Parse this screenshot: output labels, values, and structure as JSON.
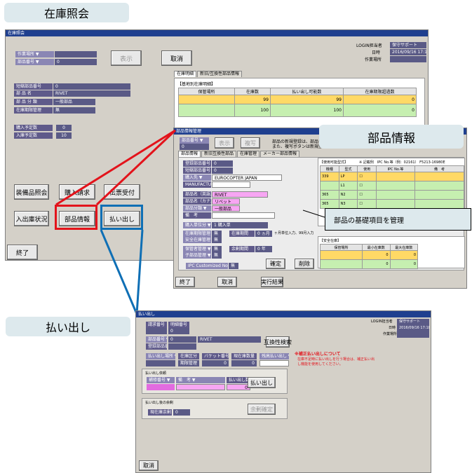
{
  "callouts": {
    "inventory": "在庫照会",
    "parts_info": "部品情報",
    "payout": "払い出し",
    "parts_note": "部品の基礎項目を管理"
  },
  "main_window": {
    "title": "在庫照会",
    "login_label": "LOGIN担当者",
    "login_value": "保守サポート",
    "date_label": "日時",
    "date_value": "2016/09/16 17:18:56",
    "place_label": "作業場所",
    "work_place_label": "作業場所 ▼",
    "part_no_label": "部品番号 ▼",
    "part_no_value": "0",
    "display_button": "表示",
    "cancel_button": "取消",
    "short_part_label": "短縮部品番号",
    "short_part_value": "0",
    "part_name_label": "部 品 名",
    "part_name_value": "RIVET",
    "part_class_label": "部 品 分 類",
    "part_class_value": "一般部品",
    "stock_mgmt_label": "在庫期限管理",
    "stock_mgmt_value": "無",
    "purchase_plan_label": "購入予定数",
    "purchase_plan_value": "0",
    "receive_plan_label": "入庫予定数",
    "receive_plan_value": "10",
    "buttons": {
      "equipment": "装備品照会",
      "purchase": "購入請求",
      "slip": "伝票受付",
      "inout": "入出庫状況",
      "parts_info": "部品情報",
      "payout": "払い出し",
      "end": "終了"
    },
    "tabs": [
      "在庫明細",
      "新旧/互換性部品情報"
    ],
    "stock_header": "【基地別在庫明細】",
    "stock_columns": [
      "保管場所",
      "在庫数",
      "払い出し可能数",
      "在庫期限超過数"
    ],
    "stock_rows": [
      {
        "place": "",
        "stock": "99",
        "available": "99",
        "overdue": "0"
      },
      {
        "place": "",
        "stock": "100",
        "available": "100",
        "overdue": "0"
      }
    ]
  },
  "parts_window": {
    "title": "部品情報管理",
    "part_no_label": "部品番号 ▼",
    "part_no_value": "0",
    "display_button": "表示",
    "copy_button": "複写",
    "note": "部品の新規登録は、部品番号入力後、",
    "note2": "また、複写ボタンは新規登録時のみ",
    "tabs": [
      "部品情報",
      "新旧互換性部品",
      "在庫管理",
      "メーカー部品情報"
    ],
    "reg_part_label": "登録部品番号",
    "reg_part_value": "0",
    "short_part_label": "短縮部品番号",
    "short_part_value": "0",
    "maker_label": "購入先 ▼",
    "maker_value": "EUROCOPTER JAPAN",
    "mfr_code_label": "MANUFACTURER CODE",
    "name_jp_label": "部品名（英語）",
    "name_jp_value": "RIVET",
    "name_kana_label": "部品名（カナ）",
    "name_kana_value": "リベット",
    "class_label": "部品分類 ▼",
    "class_value": "一般部品",
    "remarks_label": "備　考",
    "purchase_unit_label": "購入単位分 ▼",
    "purchase_unit_value": "1 購入単",
    "stock_mgmt_label": "在庫期限管理 ▼",
    "stock_mgmt_value": "無",
    "safety_label": "安全在庫管理 ▼",
    "safety_value": "無",
    "storage_label": "保管者管理 ▼",
    "storage_value": "無",
    "sub_label": "子部品管理 ▼",
    "sub_value": "無",
    "stock_period_label": "在庫期間",
    "stock_period_value": "0 ヵ月",
    "stock_period_note": "ヶ月単位入力、99月入力",
    "life_label": "余剰期間",
    "life_value": "0 年",
    "ipc_label": "IPC Customized No.管理 ▼",
    "ipc_value": "無",
    "confirm_button": "確定",
    "delete_button": "削除",
    "end_button": "終了",
    "cancel_button": "取消",
    "exec_button": "実行結果",
    "ipc_header": "【使用可能型式】",
    "ipc_sub": "※ 記載例　IPC No.等（例：02161） F5213-16980E",
    "ipc_columns": [
      "機種",
      "型式",
      "使用",
      "IPC No.等",
      "備　考"
    ],
    "ipc_rows": [
      {
        "model": "339",
        "type": "LP"
      },
      {
        "model": "",
        "type": "L1"
      },
      {
        "model": "365",
        "type": "N2"
      },
      {
        "model": "365",
        "type": "N3"
      }
    ],
    "safety_header": "【安全在庫】",
    "safety_columns": [
      "保管場所",
      "最小在庫数",
      "最大在庫数"
    ],
    "safety_rows": [
      {
        "min": "0",
        "max": "0"
      },
      {
        "min": "0",
        "max": "0"
      }
    ]
  },
  "payout_window": {
    "title": "払い出し",
    "login_label": "LOGIN担当者",
    "login_value": "保守サポート",
    "date_label": "日時",
    "date_value": "2016/09/16 17:18:56",
    "place_label": "作業場所",
    "slip_no_label": "請求番号",
    "slip_detail_label": "明細番号",
    "slip_no_value": "0",
    "part_no_label": "部品番号 ▼",
    "part_no_value": "0",
    "part_name_value": "RIVET",
    "reg_part_label": "登録部品番号",
    "compat_button": "互換性検索",
    "place_col": "払い出し場所 ▼",
    "stock_col": "在庫区分",
    "batch_col": "バケット番号",
    "qty_col": "現在庫数量",
    "remain_col": "残高払い出し ▼",
    "place_val": "",
    "stock_val": "期限管理",
    "batch_val": "0",
    "qty_val": "0",
    "warning_title": "※補正払い出しについて",
    "warning_body": "在庫不足時に払い出しを行う場合は、補正払い出し機能を使用してください。",
    "section1": "払い出し依頼",
    "s1_col1": "補修番号 ▼",
    "s1_col2": "備　考 ▼",
    "s1_col3": "払い出し数",
    "s1_val1": "",
    "s1_val3": "0",
    "payout_button": "払い出し",
    "section2": "払い出し後の余剰",
    "surplus_label": "現在庫余剰",
    "surplus_value": "0",
    "surplus_button": "余剰確定",
    "cancel_button": "取消"
  }
}
